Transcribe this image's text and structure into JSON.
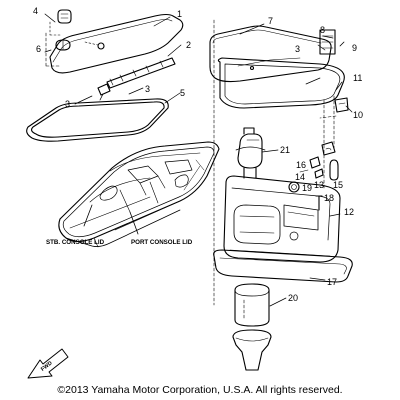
{
  "diagram": {
    "part_numbers": [
      "1",
      "2",
      "3",
      "4",
      "5",
      "6",
      "7",
      "8",
      "9",
      "10",
      "11",
      "12",
      "13",
      "14",
      "15",
      "16",
      "17",
      "18",
      "19",
      "20",
      "21"
    ],
    "callouts": {
      "n1": "1",
      "n2": "2",
      "n3a": "3",
      "n3b": "3",
      "n3c": "3",
      "n4": "4",
      "n5": "5",
      "n6": "6",
      "n7": "7",
      "n8": "8",
      "n9": "9",
      "n10": "10",
      "n11": "11",
      "n12": "12",
      "n13": "13",
      "n14": "14",
      "n15": "15",
      "n16": "16",
      "n17": "17",
      "n18": "18",
      "n19": "19",
      "n20": "20",
      "n21": "21"
    },
    "labels": {
      "stb_console_lid": "STB. CONSOLE LID",
      "port_console_lid": "PORT CONSOLE LID",
      "fwd": "FWD"
    },
    "line_color": "#000000",
    "background": "#ffffff"
  },
  "copyright": "©2013 Yamaha Motor Corporation, U.S.A. All rights reserved."
}
